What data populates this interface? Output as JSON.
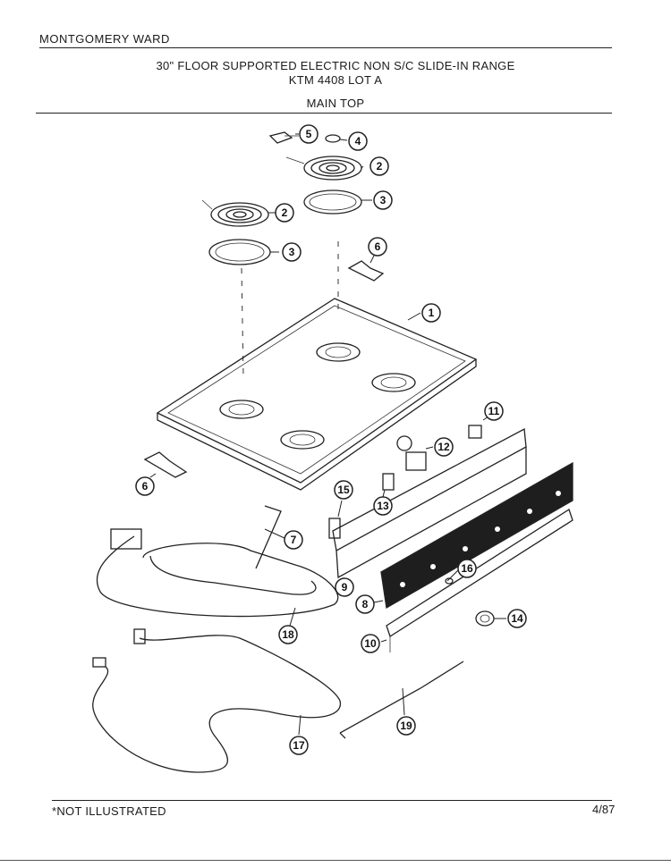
{
  "header": {
    "brand": "MONTGOMERY WARD",
    "title_line1": "30\" FLOOR SUPPORTED ELECTRIC NON S/C SLIDE-IN RANGE",
    "title_line2": "KTM 4408 LOT A",
    "section": "MAIN TOP"
  },
  "callouts": [
    "1",
    "2",
    "3",
    "4",
    "5",
    "6",
    "7",
    "8",
    "9",
    "10",
    "11",
    "12",
    "13",
    "14",
    "15",
    "16",
    "17",
    "18",
    "19"
  ],
  "footer": {
    "note": "*NOT ILLUSTRATED",
    "date_code": "4/87"
  }
}
